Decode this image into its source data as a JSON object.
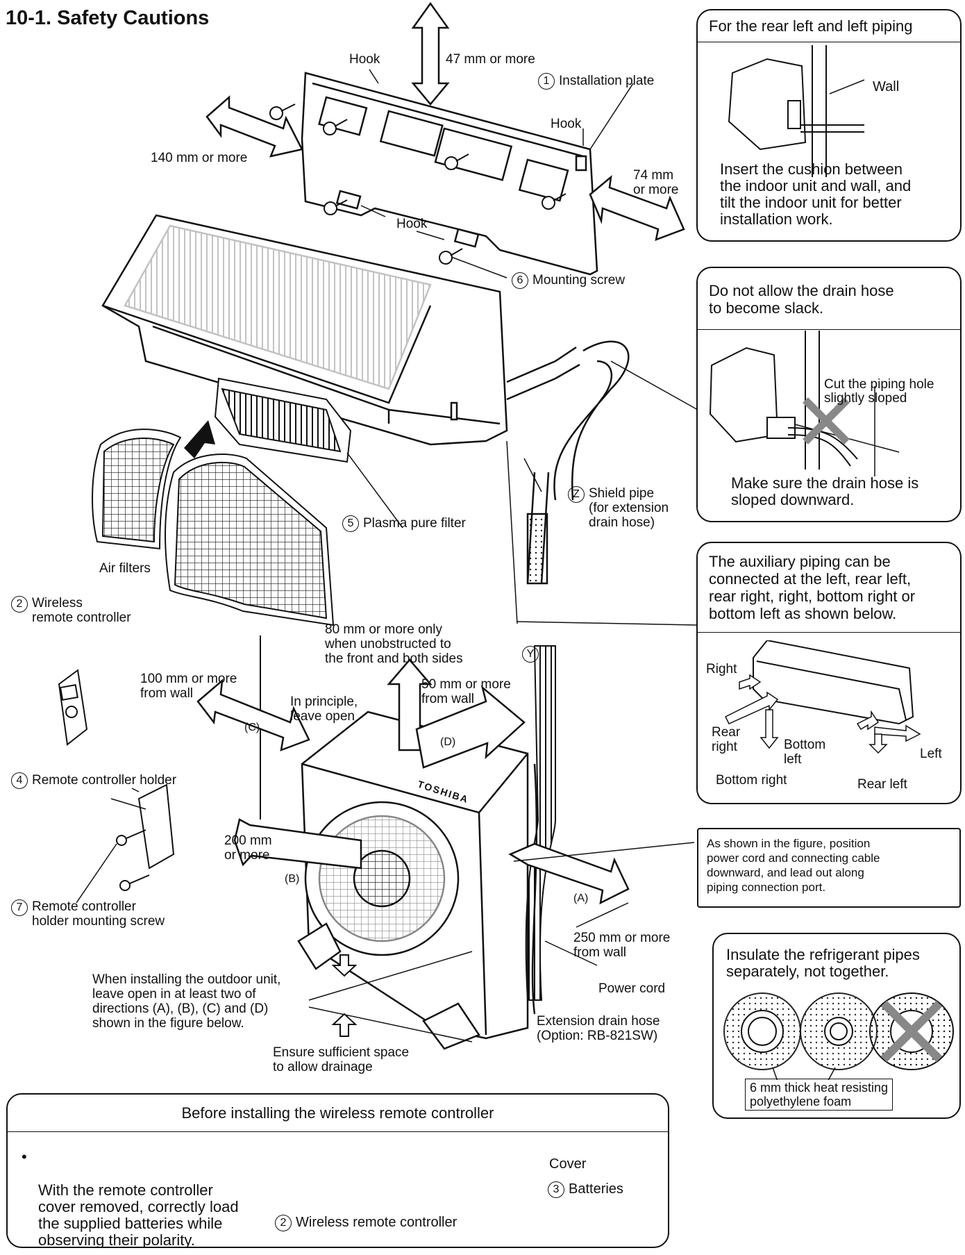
{
  "title": "10-1. Safety Cautions",
  "labels": {
    "hook_top": "Hook",
    "hook_right": "Hook",
    "hook_bottom": "Hook",
    "clear_47": "47 mm or more",
    "clear_140": "140 mm or more",
    "clear_74": "74 mm\nor more",
    "installation_plate": "Installation plate",
    "installation_plate_num": "1",
    "mounting_screw": "Mounting screw",
    "mounting_screw_num": "6",
    "plasma_filter": "Plasma pure filter",
    "plasma_filter_num": "5",
    "air_filters": "Air filters",
    "shield_pipe": "Shield pipe\n(for extension\ndrain hose)",
    "shield_pipe_num": "Z",
    "wireless_rc": "Wireless\nremote controller",
    "wireless_rc_num": "2",
    "rc_holder": "Remote controller holder",
    "rc_holder_num": "4",
    "rc_holder_screw": "Remote controller\nholder mounting screw",
    "rc_holder_screw_num": "7",
    "clear_80": "80 mm or more only\nwhen unobstructed to\nthe front and both sides",
    "y_mark": "Y",
    "clear_100": "100 mm or more\nfrom wall",
    "principle_open": "In principle,\nleave open",
    "clear_50": "50 mm or more\nfrom wall",
    "dir_c": "(C)",
    "dir_d": "(D)",
    "dir_b": "(B)",
    "dir_a": "(A)",
    "clear_200": "200 mm\nor more",
    "clear_250": "250 mm or more\nfrom wall",
    "power_cord": "Power cord",
    "ext_drain": "Extension drain hose\n(Option: RB-821SW)",
    "install_outdoor": "When installing the outdoor unit,\nleave open in at least two of\ndirections (A), (B), (C) and (D)\nshown in the figure below.",
    "drainage": "Ensure sufficient space\nto allow drainage",
    "brand": "TOSHIBA"
  },
  "boxes": {
    "rear_left": {
      "header": "For the rear left and left piping",
      "wall": "Wall",
      "text": "Insert the cushion between\nthe indoor unit and wall, and\ntilt the indoor unit for better\ninstallation work."
    },
    "drain": {
      "header": "Do not allow the drain hose\nto become slack.",
      "cut": "Cut the piping hole\nslightly sloped",
      "text": "Make sure the drain hose is\nsloped downward."
    },
    "aux": {
      "header": "The auxiliary piping can be\nconnected at the left, rear left,\nrear right, right, bottom right or\nbottom left as shown below.",
      "right": "Right",
      "rear_right": "Rear\nright",
      "bottom_left": "Bottom\nleft",
      "left": "Left",
      "bottom_right": "Bottom right",
      "rear_left": "Rear left"
    },
    "cord": {
      "text": "As shown in the figure, position\npower cord and connecting cable\ndownward, and lead out along\npiping connection port."
    },
    "insulate": {
      "text": "Insulate the refrigerant pipes\nseparately, not together.",
      "foam": "6 mm thick heat resisting\npolyethylene foam"
    },
    "remote": {
      "header": "Before installing the wireless remote controller",
      "bullet": "With the remote controller\ncover removed, correctly load\nthe supplied batteries while\nobserving their polarity.",
      "cover": "Cover",
      "batteries": "Batteries",
      "batteries_num": "3",
      "wrc": "Wireless remote controller",
      "wrc_num": "2"
    }
  }
}
